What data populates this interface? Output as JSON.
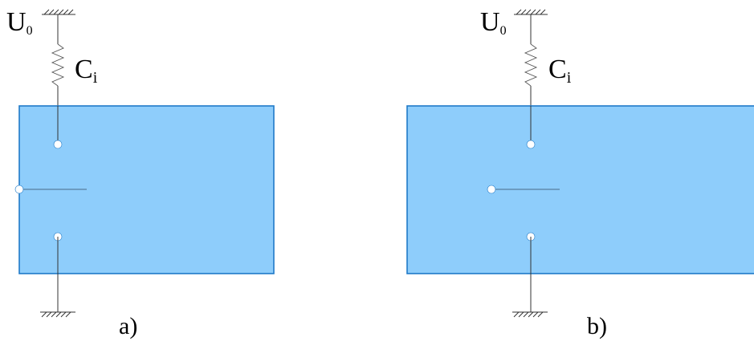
{
  "panels": [
    {
      "voltage_label": "U",
      "voltage_sub": "0",
      "spring_label": "C",
      "spring_sub": "i",
      "caption": "a)"
    },
    {
      "voltage_label": "U",
      "voltage_sub": "0",
      "spring_label": "C",
      "spring_sub": "i",
      "caption": "b)"
    }
  ],
  "colors": {
    "plate_fill": "#8ecdfb",
    "plate_stroke": "#1f7ac8",
    "line": "#333333"
  }
}
